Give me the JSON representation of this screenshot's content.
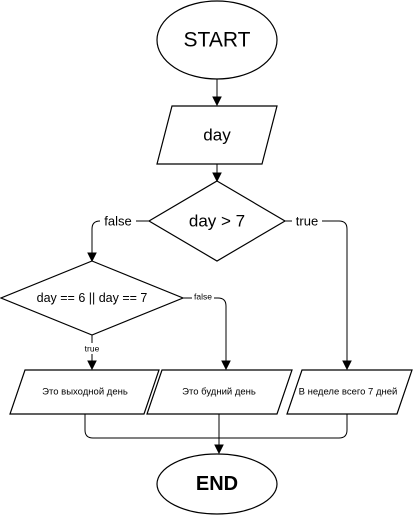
{
  "nodes": {
    "start": "START",
    "input_day": "day",
    "cond_main": "day > 7",
    "cond_weekend": "day == 6 || day == 7",
    "out_weekend": "Это выходной день",
    "out_workday": "Это будний день",
    "out_week": "В неделе всего 7 дней",
    "end": "END"
  },
  "edges": {
    "main_false": "false",
    "main_true": "true",
    "weekend_true": "true",
    "weekend_false": "false"
  }
}
